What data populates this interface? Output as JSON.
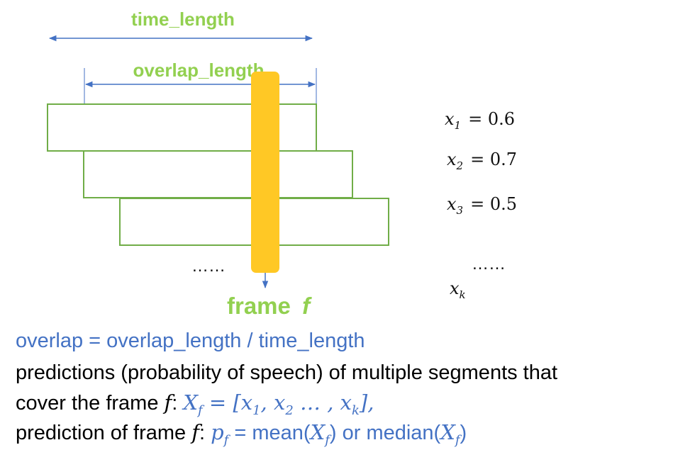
{
  "labels": {
    "time_length": "time_length",
    "overlap_length": "overlap_length",
    "frame_word": "frame",
    "frame_var": "f",
    "dots_left": "……",
    "dots_right": "……"
  },
  "values": [
    {
      "var": "x",
      "sub": "1",
      "eq": "= 0.6"
    },
    {
      "var": "x",
      "sub": "2",
      "eq": "= 0.7"
    },
    {
      "var": "x",
      "sub": "3",
      "eq": "= 0.5"
    },
    {
      "var": "x",
      "sub": "k",
      "eq": ""
    }
  ],
  "colors": {
    "green": "#92d050",
    "blue": "#4472c4",
    "frame": "#ffc825",
    "segment_border": "#70ad47"
  },
  "text": {
    "line1": "overlap = overlap_length  / time_length",
    "line2": "predictions (probability of speech) of multiple segments that",
    "line3_a": "cover the frame ",
    "line3_f": "f",
    "line3_b": ":  ",
    "line3_math": "X",
    "line3_math_sub": "f",
    "line3_math_rest": " = [x",
    "line3_s1": "1",
    "line3_m2": ", x",
    "line3_s2": "2",
    "line3_m3": " … , x",
    "line3_sk": "k",
    "line3_end": "],",
    "line4_a": "prediction of frame ",
    "line4_f": "f",
    "line4_b": ": ",
    "line4_p": "p",
    "line4_psub": "f",
    "line4_eq": " = mean(",
    "line4_X1": "X",
    "line4_X1sub": "f",
    "line4_or": ")  or  median(",
    "line4_X2": "X",
    "line4_X2sub": "f",
    "line4_close": ")"
  }
}
